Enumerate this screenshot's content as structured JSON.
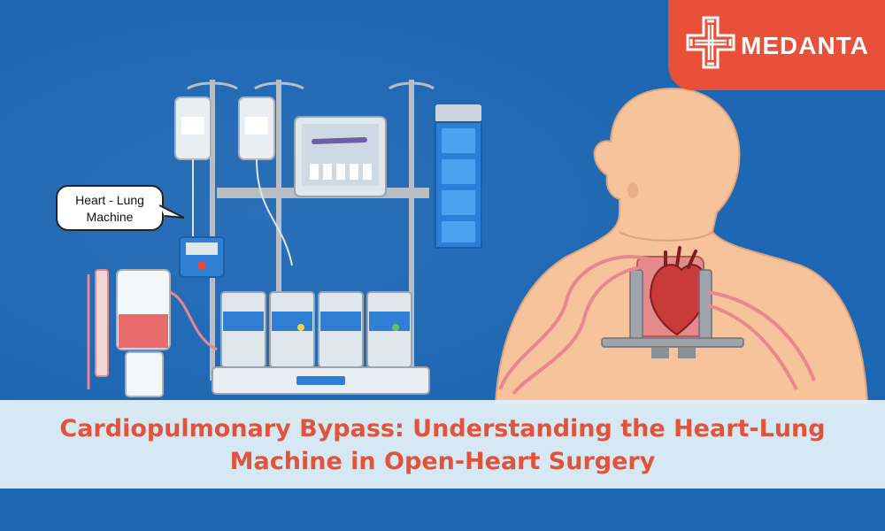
{
  "brand": {
    "logo_text": "MEDANTA",
    "logo_color": "#e9503a",
    "icon": "medanta-cross-logo"
  },
  "callout": {
    "line1": "Heart - Lung",
    "line2": "Machine"
  },
  "headline": {
    "line1": "Cardiopulmonary Bypass: Understanding the Heart-Lung",
    "line2": "Machine in Open-Heart Surgery",
    "color": "#e2533b"
  },
  "colors": {
    "background": "#1d66b3",
    "title_band": "#e2f0f6",
    "skin": "#f6c39b",
    "tubing": "#e8888c"
  }
}
